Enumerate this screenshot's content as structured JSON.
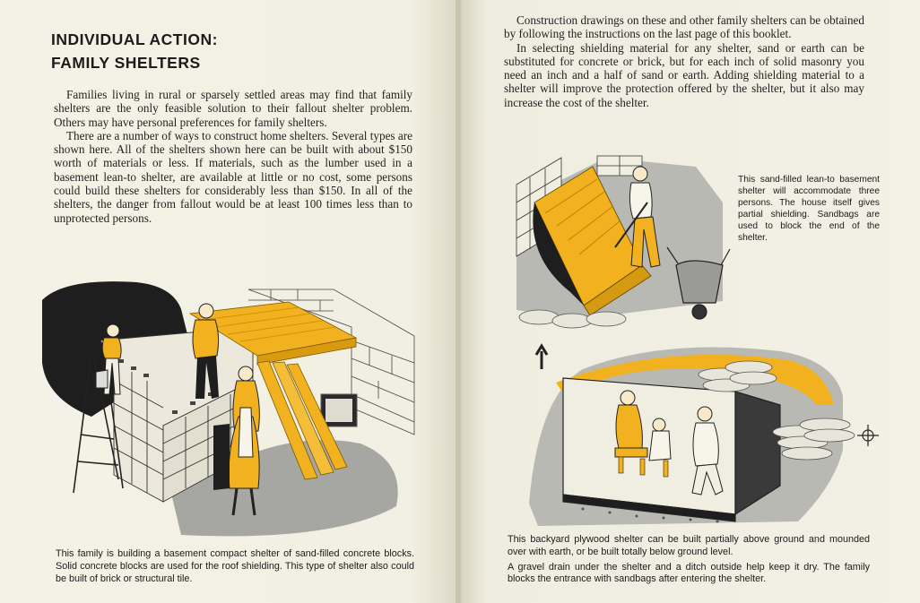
{
  "left_page": {
    "heading_line1": "INDIVIDUAL ACTION:",
    "heading_line2": "FAMILY SHELTERS",
    "paragraph1": "Families living in rural or sparsely settled areas may find that family shelters are the only feasible solution to their fallout shelter problem. Others may have personal preferences for family shelters.",
    "paragraph2": "There are a number of ways to construct home shelters. Several types are shown here. All of the shelters shown here can be built with about $150 worth of materials or less. If materials, such as the lumber used in a basement lean-to shelter, are available at little or no cost, some persons could build these shelters for considerably less than $150. In all of the shelters, the danger from fallout would be at least 100 times less than to unprotected persons.",
    "caption": "This family is building a basement compact shelter of sand-filled concrete blocks. Solid concrete blocks are used for the roof shielding. This type of shelter also could be built of brick or structural tile."
  },
  "right_page": {
    "paragraph1": "Construction drawings on these and other family shelters can be obtained by following the instructions on the last page of this booklet.",
    "paragraph2": "In selecting shielding material for any shelter, sand or earth can be substituted for concrete or brick, but for each inch of solid masonry you need an inch and a half of sand or earth. Adding shielding material to a shelter will improve the protection offered by the shelter, but it also may increase the cost of the shelter.",
    "lean_to_caption": "This sand-filled lean-to basement shelter will accommodate three persons. The house itself gives partial shielding. Sandbags are used to block the end of the shelter.",
    "backyard_caption_p1": "This backyard plywood shelter can be built partially above ground and mounded over with earth, or be built totally below ground level.",
    "backyard_caption_p2": "A gravel drain under the shelter and a ditch outside help keep it dry. The family blocks the entrance with sandbags after entering the shelter."
  },
  "colors": {
    "paper": "#f3f1e4",
    "accent_yellow": "#f2b21f",
    "ink": "#1c1c1c",
    "shadow_gray": "#9a9a96"
  }
}
